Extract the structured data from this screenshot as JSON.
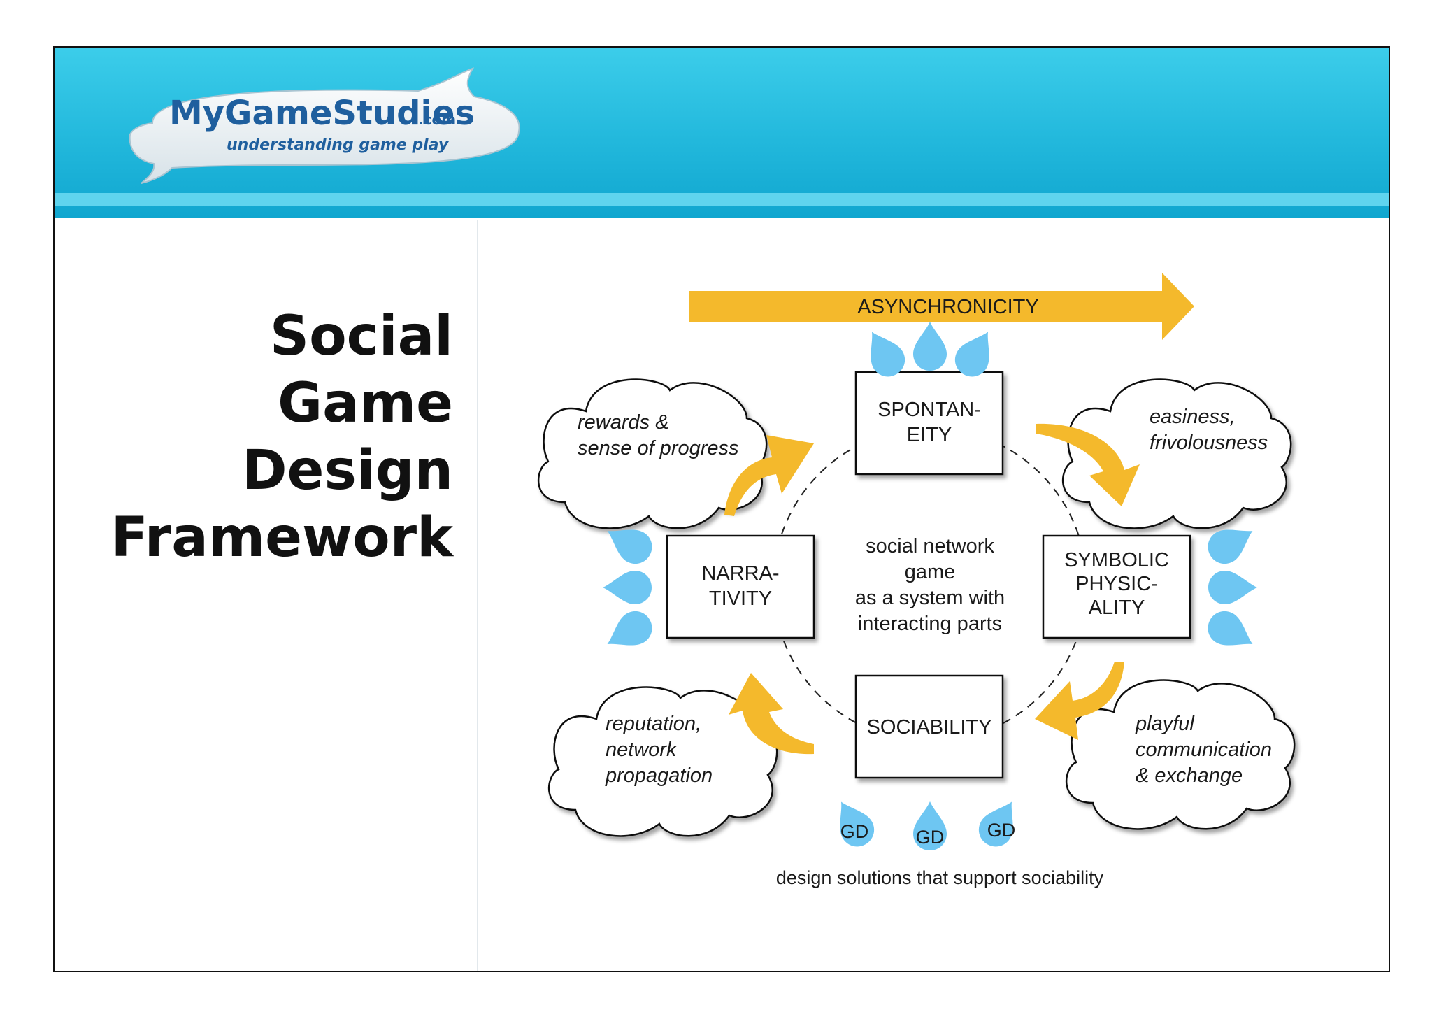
{
  "logo": {
    "name": "MyGameStudies",
    "suffix": ".com",
    "tagline": "understanding game play"
  },
  "title": {
    "lines": [
      "Social Game",
      "Design",
      "Framework"
    ]
  },
  "diagram": {
    "arrow_label": "ASYNCHRONICITY",
    "boxes": {
      "spontaneity": [
        "SPONTAN-",
        "EITY"
      ],
      "narrativity": [
        "NARRA-",
        "TIVITY"
      ],
      "symbolic": [
        "SYMBOLIC",
        "PHYSIC-",
        "ALITY"
      ],
      "sociability": [
        "SOCIABILITY"
      ]
    },
    "center": [
      "social network",
      "game",
      "as a system with",
      "interacting parts"
    ],
    "clouds": {
      "top_left": [
        "rewards &",
        "sense of progress"
      ],
      "top_right": [
        "easiness,",
        "frivolousness"
      ],
      "bottom_left": [
        "reputation,",
        "network",
        "propagation"
      ],
      "bottom_right": [
        "playful",
        "communication",
        "& exchange"
      ]
    },
    "drop_label": "GD",
    "caption": "design solutions that support sociability"
  },
  "colors": {
    "accent_yellow": "#f4b92c",
    "drop_blue": "#6ec6f2",
    "header_blue": "#22b8dc",
    "logo_blue": "#1f5f9e"
  }
}
